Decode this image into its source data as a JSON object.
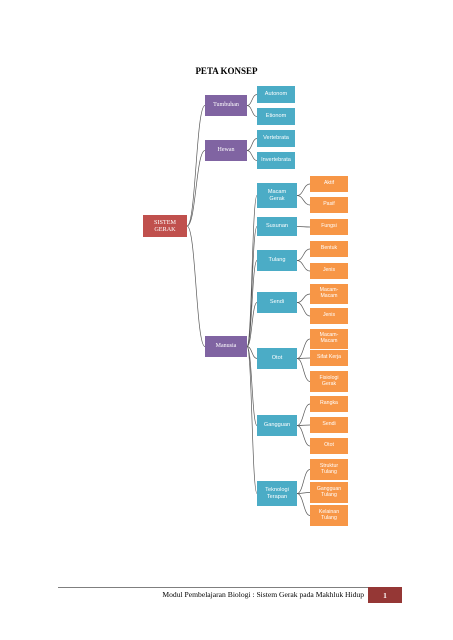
{
  "title": "PETA KONSEP",
  "root": "SISTEM GERAK",
  "branches": [
    {
      "label": "Tumbuhan",
      "children": [
        {
          "label": "Autonom",
          "children": []
        },
        {
          "label": "Etionom",
          "children": []
        }
      ]
    },
    {
      "label": "Hewan",
      "children": [
        {
          "label": "Vertebrata",
          "children": []
        },
        {
          "label": "Invertebrata",
          "children": []
        }
      ]
    },
    {
      "label": "Manusia",
      "children": [
        {
          "label": "Macam Gerak",
          "children": [
            "Aktif",
            "Pasif"
          ]
        },
        {
          "label": "Susunan",
          "children": [
            "Fungsi"
          ]
        },
        {
          "label": "Tulang",
          "children": [
            "Bentuk",
            "Jenis"
          ]
        },
        {
          "label": "Sendi",
          "children": [
            "Macam-Macam",
            "Jenis"
          ]
        },
        {
          "label": "Otot",
          "children": [
            "Macam-Macam",
            "Sifat Kerja",
            "Fisiologi Gerak"
          ]
        },
        {
          "label": "Gangguan",
          "children": [
            "Rangka",
            "Sendi",
            "Otot"
          ]
        },
        {
          "label": "Teknologi Terapan",
          "children": [
            "Struktur Tulang",
            "Gangguan Tulang",
            "Kelainan Tulang"
          ]
        }
      ]
    }
  ],
  "footer": {
    "text": "Modul Pembelajaran Biologi : Sistem Gerak pada Makhluk Hidup",
    "page_number": "1"
  }
}
